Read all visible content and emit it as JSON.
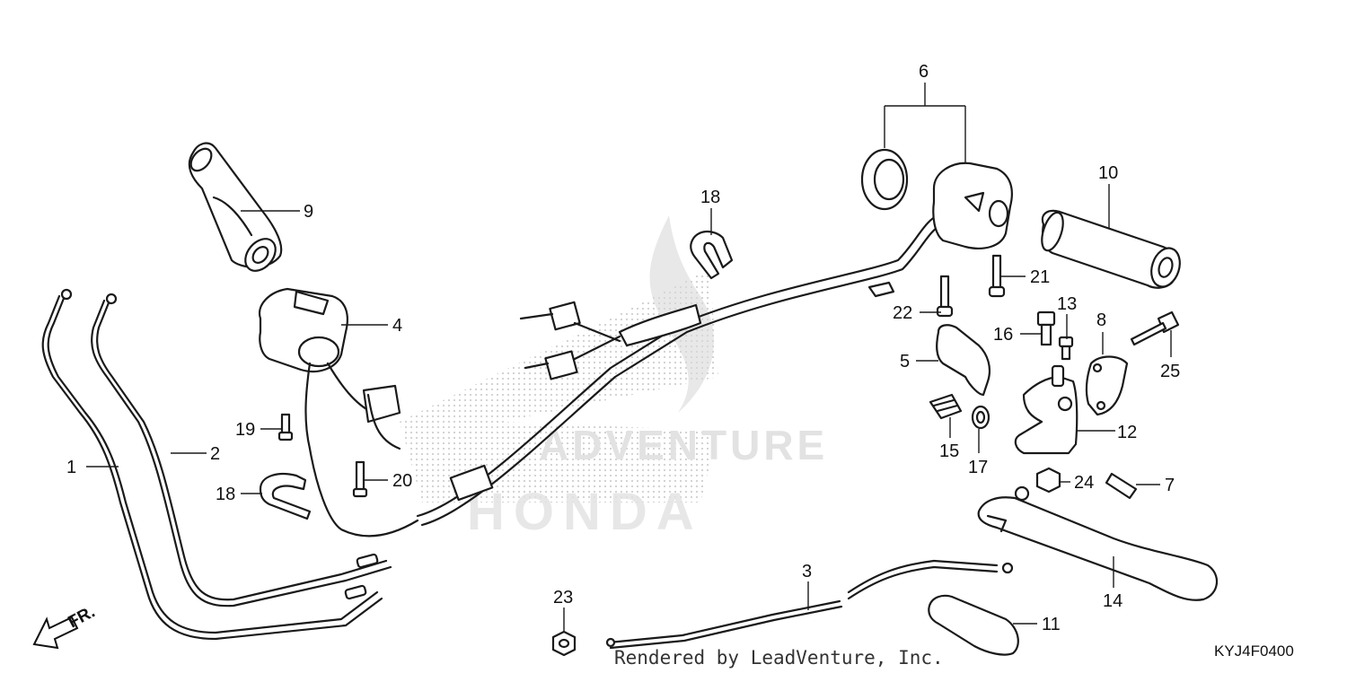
{
  "diagram_code": "KYJ4F0400",
  "credit": "Rendered by LeadVenture, Inc.",
  "watermark": {
    "brand": "HONDA",
    "word": "ADVENTURE"
  },
  "direction_marker": "FR.",
  "callouts": [
    "1",
    "2",
    "3",
    "4",
    "5",
    "6",
    "7",
    "8",
    "9",
    "10",
    "11",
    "12",
    "13",
    "14",
    "15",
    "16",
    "17",
    "18",
    "19",
    "20",
    "21",
    "22",
    "23",
    "24",
    "25"
  ],
  "colors": {
    "line": "#1a1a1a",
    "watermark": "#d9d9d9",
    "background": "#ffffff"
  }
}
